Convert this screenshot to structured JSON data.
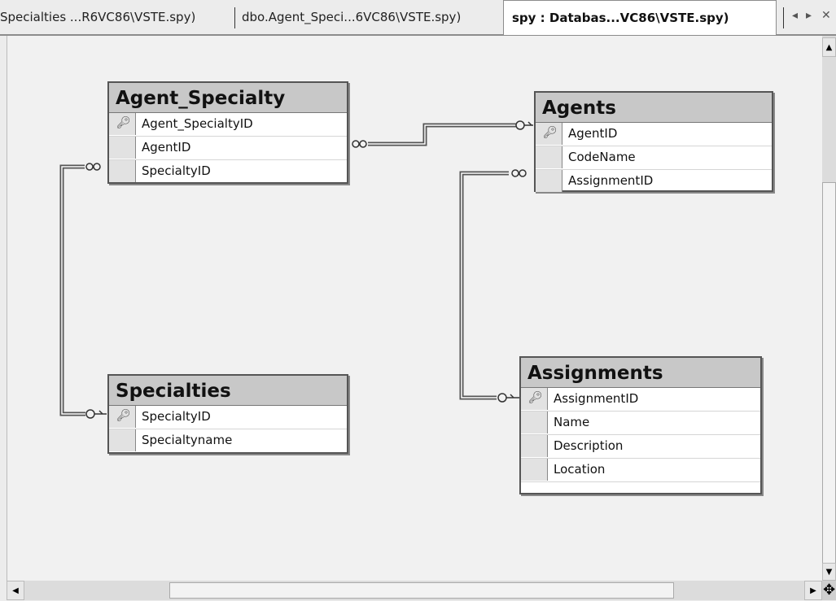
{
  "tabs": {
    "tab1": "Specialties ...R6VC86\\VSTE.spy)",
    "tab2": "dbo.Agent_Speci...6VC86\\VSTE.spy)",
    "tab3": "spy : Databas...VC86\\VSTE.spy)",
    "prev_icon": "◂",
    "next_icon": "▸",
    "close_icon": "✕"
  },
  "tables": {
    "agent_specialty": {
      "title": "Agent_Specialty",
      "columns": [
        "Agent_SpecialtyID",
        "AgentID",
        "SpecialtyID"
      ],
      "primary_key": "Agent_SpecialtyID"
    },
    "agents": {
      "title": "Agents",
      "columns": [
        "AgentID",
        "CodeName",
        "AssignmentID"
      ],
      "primary_key": "AgentID"
    },
    "specialties": {
      "title": "Specialties",
      "columns": [
        "SpecialtyID",
        "Specialtyname"
      ],
      "primary_key": "SpecialtyID"
    },
    "assignments": {
      "title": "Assignments",
      "columns": [
        "AssignmentID",
        "Name",
        "Description",
        "Location"
      ],
      "primary_key": "AssignmentID"
    }
  },
  "icons": {
    "key": "key-icon",
    "many_end": "infinity-icon",
    "one_end": "key-endpoint-icon",
    "scroll_up": "▲",
    "scroll_down": "▼",
    "scroll_left": "◀",
    "scroll_right": "▶",
    "corner": "✥"
  }
}
